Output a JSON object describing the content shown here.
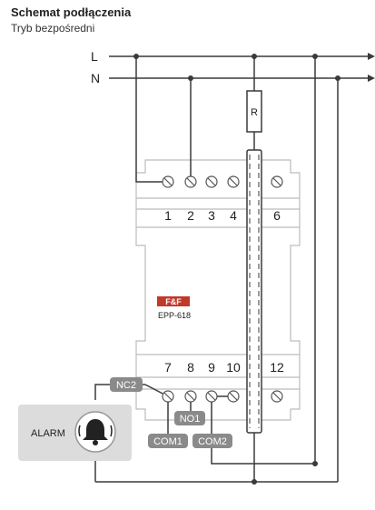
{
  "header": {
    "title": "Schemat podłączenia",
    "subtitle": "Tryb bezpośredni"
  },
  "lines": {
    "l": "L",
    "n": "N"
  },
  "resistor": {
    "label": "R"
  },
  "device": {
    "brand": "F&F",
    "model": "EPP-618",
    "top_terminals": [
      "1",
      "2",
      "3",
      "4",
      "6"
    ],
    "bottom_terminals": [
      "7",
      "8",
      "9",
      "10",
      "12"
    ]
  },
  "tags": {
    "nc2": "NC2",
    "no1": "NO1",
    "com1": "COM1",
    "com2": "COM2"
  },
  "alarm": {
    "label": "ALARM",
    "icon": "bell-icon"
  },
  "colors": {
    "wire": "#3a3a3a",
    "tag_fill": "#8a8a8a",
    "alarm_box": "#dcdcdc",
    "device_line": "#bcbcbc"
  }
}
